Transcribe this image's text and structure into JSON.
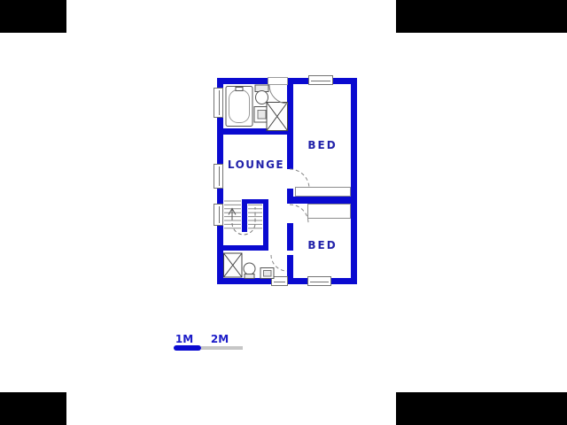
{
  "floorplan": {
    "type": "floor-plan",
    "wall_color": "#0a0ad0",
    "room_label_color": "#2222aa",
    "rooms": [
      {
        "name": "lounge",
        "label": "LOUNGE"
      },
      {
        "name": "bedroom-top",
        "label": "BED"
      },
      {
        "name": "bedroom-bottom",
        "label": "BED"
      }
    ],
    "fixtures": {
      "bathroom_top": [
        "bathtub",
        "toilet",
        "basin",
        "shower"
      ],
      "bathroom_bottom": [
        "shower",
        "toilet",
        "basin"
      ],
      "stairwell": [
        "staircase",
        "up-arrow"
      ]
    },
    "window_count": 6,
    "door_count": 4
  },
  "scale_bar": {
    "labels": [
      "1M",
      "2M"
    ],
    "first_segment_color": "#0a0ad0",
    "second_segment_color": "#c6c6c6"
  }
}
